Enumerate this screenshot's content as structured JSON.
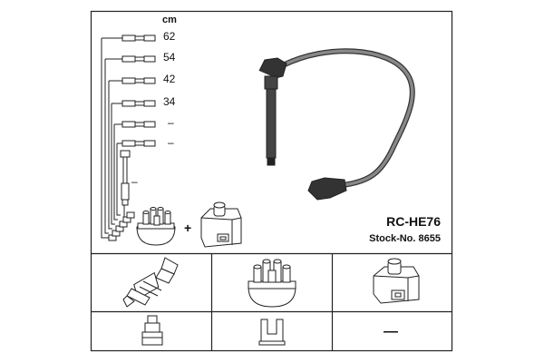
{
  "diagram": {
    "unit": "cm",
    "lengths": [
      "62",
      "54",
      "42",
      "34",
      "–",
      "–",
      "–"
    ],
    "plus": "+",
    "model": "RC-HE76",
    "stock_label": "Stock-No. 8655",
    "cell_dash": "—"
  }
}
